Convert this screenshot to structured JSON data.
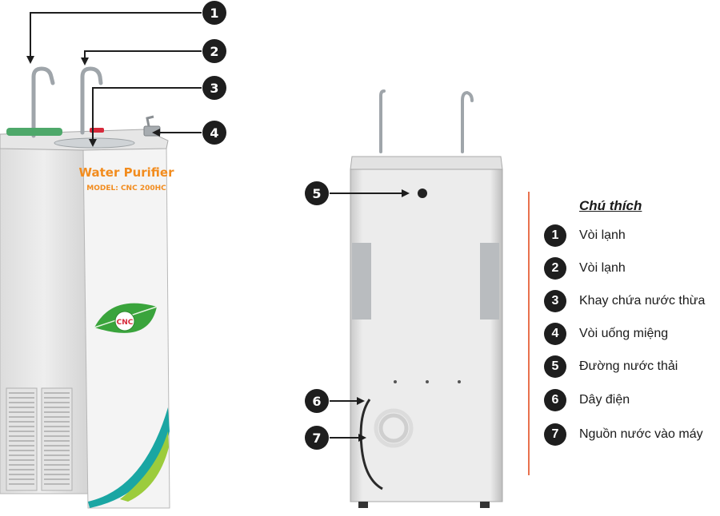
{
  "front_unit": {
    "product_title": "Water Purifier",
    "model_text": "MODEL: CNC 200HC",
    "logo_text": "CNC"
  },
  "callouts": [
    {
      "num": "1"
    },
    {
      "num": "2"
    },
    {
      "num": "3"
    },
    {
      "num": "4"
    },
    {
      "num": "5"
    },
    {
      "num": "6"
    },
    {
      "num": "7"
    }
  ],
  "legend": {
    "title": "Chú thích",
    "items": [
      {
        "num": "1",
        "label": "Vòi lạnh"
      },
      {
        "num": "2",
        "label": "Vòi lạnh"
      },
      {
        "num": "3",
        "label": "Khay chứa nước thừa"
      },
      {
        "num": "4",
        "label": "Vòi uống miệng"
      },
      {
        "num": "5",
        "label": "Đường nước thải"
      },
      {
        "num": "6",
        "label": "Dây điện"
      },
      {
        "num": "7",
        "label": "Nguồn nước vào máy"
      }
    ]
  },
  "colors": {
    "badge": "#1e1e1e",
    "divider": "#e8714e",
    "title_orange": "#f28c1e",
    "logo_green": "#3aa43c",
    "stripe_teal": "#1aa6a3"
  }
}
